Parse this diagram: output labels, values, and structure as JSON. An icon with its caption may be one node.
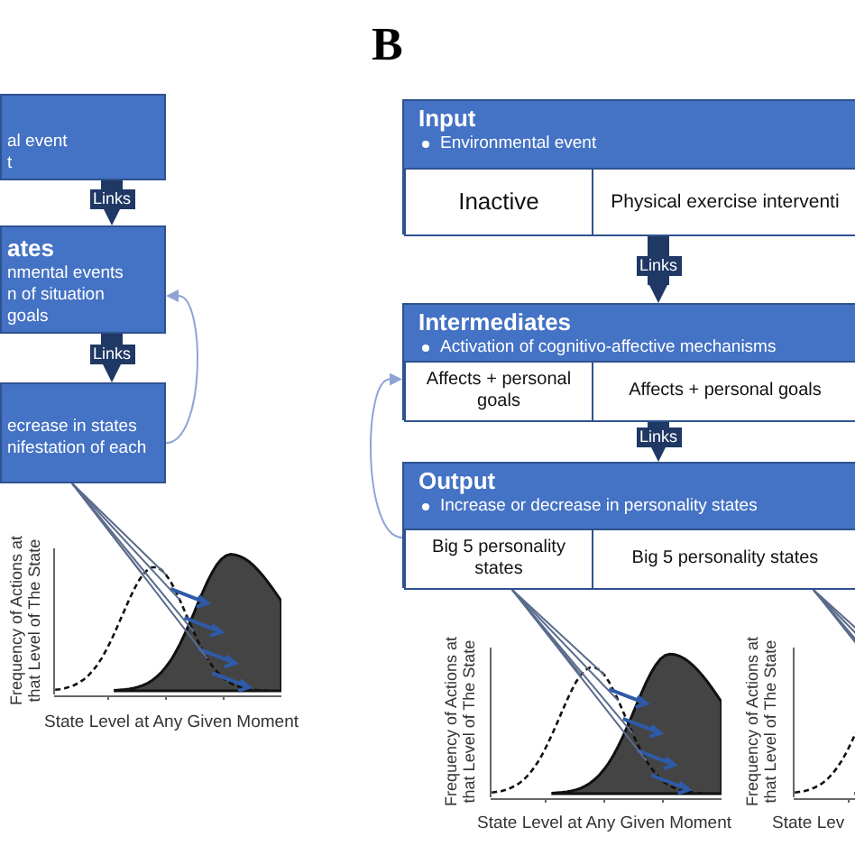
{
  "diagram": {
    "nodes": [
      {
        "text": [
          "al event",
          "t"
        ]
      },
      {
        "text": [
          "ates",
          "nmental events",
          "n of situation",
          "goals"
        ]
      },
      {
        "text": [
          "ecrease in states",
          "nifestation of each"
        ]
      },
      {
        "text": [],
        "shape": "picture",
        "beside": [
          "State Level at Any Given Moment"
        ]
      },
      {
        "text": [
          "Input",
          "Environmental event"
        ]
      },
      {
        "text": [
          "Inactive"
        ],
        "in": 4
      },
      {
        "text": [
          "Physical exercise interventi"
        ],
        "in": 4
      },
      {
        "text": [
          "Intermediates",
          "Activation of cognitivo-affective mechanisms"
        ]
      },
      {
        "text": [
          "Affects + personal goals"
        ],
        "in": 7
      },
      {
        "text": [
          "Affects + personal goals"
        ],
        "in": 7
      },
      {
        "text": [
          "Output",
          "Increase or decrease in personality states"
        ]
      },
      {
        "text": [
          "Big 5 personality states"
        ],
        "in": 10
      },
      {
        "text": [
          "Big 5 personality states"
        ],
        "in": 10
      },
      {
        "text": [],
        "shape": "picture",
        "beside": [
          "State Level at Any Given Moment"
        ]
      },
      {
        "text": [],
        "shape": "picture",
        "beside": [
          "State Lev"
        ]
      }
    ],
    "edges": [
      {
        "from": 0,
        "to": 1,
        "arrow": "to",
        "label": "Links",
        "style": "thick",
        "color": "#1f3864"
      },
      {
        "from": 1,
        "to": 2,
        "arrow": "to",
        "label": "Links",
        "style": "thick",
        "color": "#1f3864"
      },
      {
        "from": 2,
        "to": 1,
        "arrow": "to",
        "color": "#8fa3d6"
      },
      {
        "from": 2,
        "to": 3,
        "arrow": "none"
      },
      {
        "from": 2,
        "to": 3,
        "arrow": "none"
      },
      {
        "from": 2,
        "to": 3,
        "arrow": "none"
      },
      {
        "from": 2,
        "to": 3,
        "arrow": "none"
      },
      {
        "from": 2,
        "to": 3,
        "arrow": "none"
      },
      {
        "from": 4,
        "to": 7,
        "arrow": "to",
        "label": "Links",
        "style": "thick",
        "color": "#1f3864"
      },
      {
        "from": 7,
        "to": 10,
        "arrow": "to",
        "label": "Links",
        "style": "thick",
        "color": "#1f3864"
      },
      {
        "from": 10,
        "to": 7,
        "arrow": "to",
        "color": "#8fa3d6"
      },
      {
        "from": 11,
        "to": 13,
        "arrow": "none"
      },
      {
        "from": 11,
        "to": 13,
        "arrow": "none"
      },
      {
        "from": 11,
        "to": 13,
        "arrow": "none"
      },
      {
        "from": 11,
        "to": 13,
        "arrow": "none"
      },
      {
        "from": 11,
        "to": 13,
        "arrow": "none"
      },
      {
        "from": 12,
        "to": 14,
        "arrow": "none"
      },
      {
        "from": 12,
        "to": 14,
        "arrow": "none"
      },
      {
        "from": 12,
        "to": 14,
        "arrow": "none"
      },
      {
        "from": 12,
        "to": 14,
        "arrow": "none"
      },
      {
        "from": 12,
        "to": 14,
        "arrow": "none"
      }
    ],
    "labels": [
      "B",
      "Frequency of Actions at that Level of The State",
      "Frequency of Actions at that Level of The State",
      "Frequency of Actions at that Level of The State"
    ]
  }
}
